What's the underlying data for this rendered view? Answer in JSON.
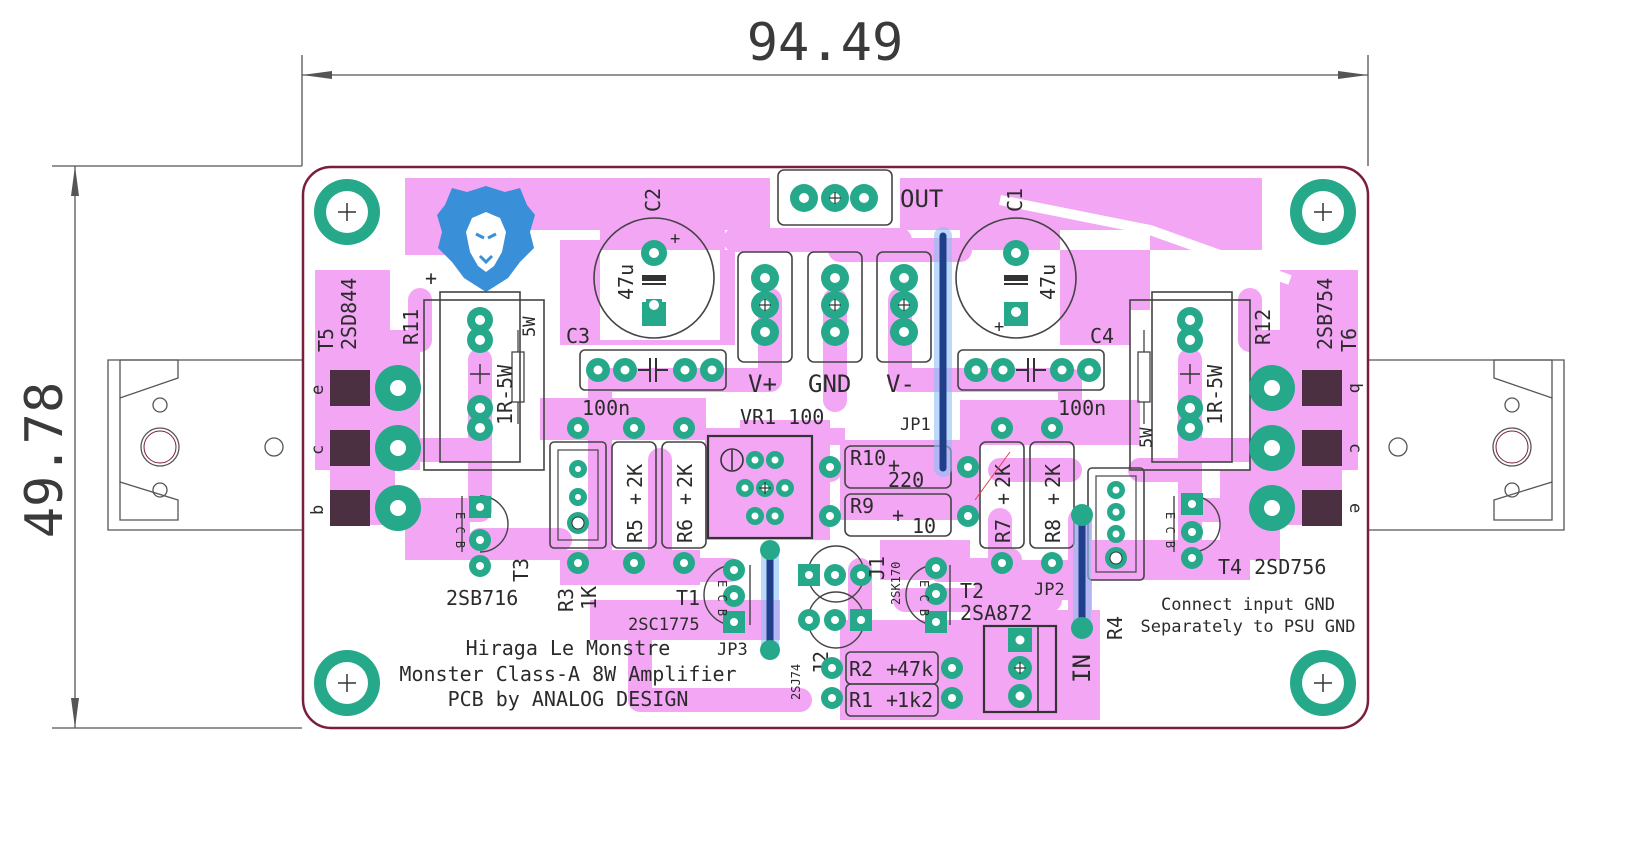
{
  "dimensions": {
    "width": "94.49",
    "height": "49.78"
  },
  "labels": {
    "out": "OUT",
    "c1": "C1",
    "c2": "C2",
    "c3": "C3",
    "c4": "C4",
    "c1_val": "47u",
    "c2_val": "47u",
    "c3_val": "100n",
    "c4_val": "100n",
    "vplus": "V+",
    "gnd": "GND",
    "vminus": "V-",
    "t5": "T5",
    "t5_part": "2SD844",
    "t6": "T6",
    "t6_part": "2SB754",
    "r11": "R11",
    "r12": "R12",
    "r11_val": "1R-5W",
    "r12_val": "1R-5W",
    "r11_w": "5W",
    "r12_w": "5W",
    "vr1": "VR1 100",
    "jp1": "JP1",
    "jp2": "JP2",
    "jp3": "JP3",
    "r10": "R10",
    "r10_val": "220",
    "r9": "R9",
    "r9_val": "10",
    "r5": "R5",
    "r6": "R6",
    "r7": "R7",
    "r8": "R8",
    "r5_val": "2K",
    "r6_val": "2K",
    "r7_val": "2K",
    "r8_val": "2K",
    "r3": "R3",
    "r3_val": "1K",
    "r4": "R4",
    "t3": "T3",
    "t3_part": "2SB716",
    "t1": "T1",
    "t1_part": "2SC1775",
    "t2": "T2",
    "t2_part": "2SA872",
    "t4": "T4 2SD756",
    "j1": "J1",
    "j1_part": "2SK170",
    "j2": "J2",
    "j2_part": "2SJ74",
    "r2": "R2",
    "r2_val": "47k",
    "r1": "R1",
    "r1_val": "1k2",
    "in": "IN",
    "note1": "Connect input GND",
    "note2": "Separately to PSU GND",
    "title1": "Hiraga Le Monstre",
    "title2": "Monster Class-A 8W Amplifier",
    "title3": "PCB by ANALOG DESIGN",
    "pin_e": "e",
    "pin_c": "c",
    "pin_b": "b",
    "pin_ecb": "E C B"
  },
  "colors": {
    "copper": "#f3a6f3",
    "edge": "#7a1f3a",
    "pad": "#25a98a",
    "bridge": "#1f3f8a",
    "bridge_glow": "#8fc0f5",
    "heatsink_tab": "#4a3040",
    "dim_line": "#555555",
    "logo": "#3a8fd9"
  }
}
